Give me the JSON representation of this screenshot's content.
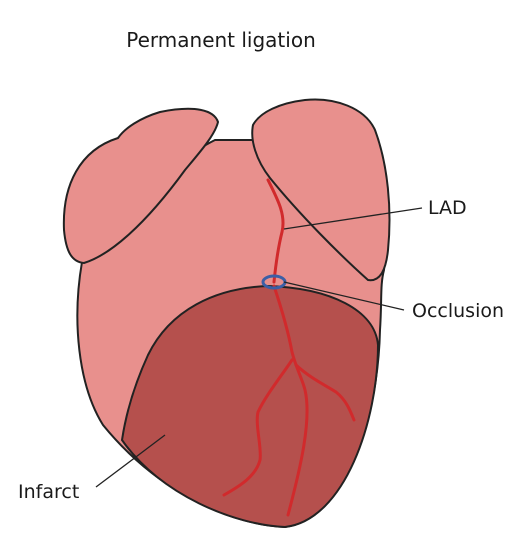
{
  "title": "Permanent ligation",
  "labels": {
    "lad": "LAD",
    "occlusion": "Occlusion",
    "infarct": "Infarct"
  },
  "colors": {
    "heart_fill": "#e8908d",
    "infarct_fill": "#b5504d",
    "outline": "#222222",
    "artery": "#d12a2c",
    "ligature": "#3b5fa6"
  }
}
